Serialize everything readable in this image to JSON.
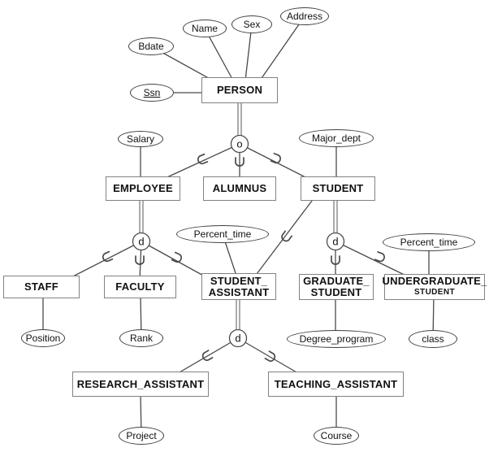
{
  "diagram": {
    "title_hint": "EER specialization diagram for PERSON",
    "entities": {
      "person": {
        "line1": "PERSON"
      },
      "employee": {
        "line1": "EMPLOYEE"
      },
      "alumnus": {
        "line1": "ALUMNUS"
      },
      "student": {
        "line1": "STUDENT"
      },
      "staff": {
        "line1": "STAFF"
      },
      "faculty": {
        "line1": "FACULTY"
      },
      "student_assistant": {
        "line1": "STUDENT_",
        "line2": "ASSISTANT"
      },
      "graduate_student": {
        "line1": "GRADUATE_",
        "line2": "STUDENT"
      },
      "undergraduate_student": {
        "line1": "UNDERGRADUATE_",
        "line2": "STUDENT"
      },
      "research_assistant": {
        "line1": "RESEARCH_ASSISTANT"
      },
      "teaching_assistant": {
        "line1": "TEACHING_ASSISTANT"
      }
    },
    "attributes": {
      "bdate": {
        "label": "Bdate",
        "key": false
      },
      "name": {
        "label": "Name",
        "key": false
      },
      "sex": {
        "label": "Sex",
        "key": false
      },
      "address": {
        "label": "Address",
        "key": false
      },
      "ssn": {
        "label": "Ssn",
        "key": true
      },
      "salary": {
        "label": "Salary",
        "key": false
      },
      "major_dept": {
        "label": "Major_dept",
        "key": false
      },
      "percent_time_left": {
        "label": "Percent_time",
        "key": false
      },
      "percent_time_right": {
        "label": "Percent_time",
        "key": false
      },
      "position": {
        "label": "Position",
        "key": false
      },
      "rank": {
        "label": "Rank",
        "key": false
      },
      "degree_program": {
        "label": "Degree_program",
        "key": false
      },
      "class": {
        "label": "class",
        "key": false
      },
      "project": {
        "label": "Project",
        "key": false
      },
      "course": {
        "label": "Course",
        "key": false
      }
    },
    "specialization_circles": {
      "person_spec": {
        "label": "o"
      },
      "employee_spec": {
        "label": "d"
      },
      "student_spec": {
        "label": "d"
      },
      "student_assistant_spec": {
        "label": "d"
      }
    },
    "colors": {
      "line": "#4a4a4a",
      "double_line": "#8f8f8f",
      "box_border": "#828282",
      "ellipse_border": "#3f3f3f",
      "text": "#111111",
      "background": "#ffffff"
    }
  }
}
